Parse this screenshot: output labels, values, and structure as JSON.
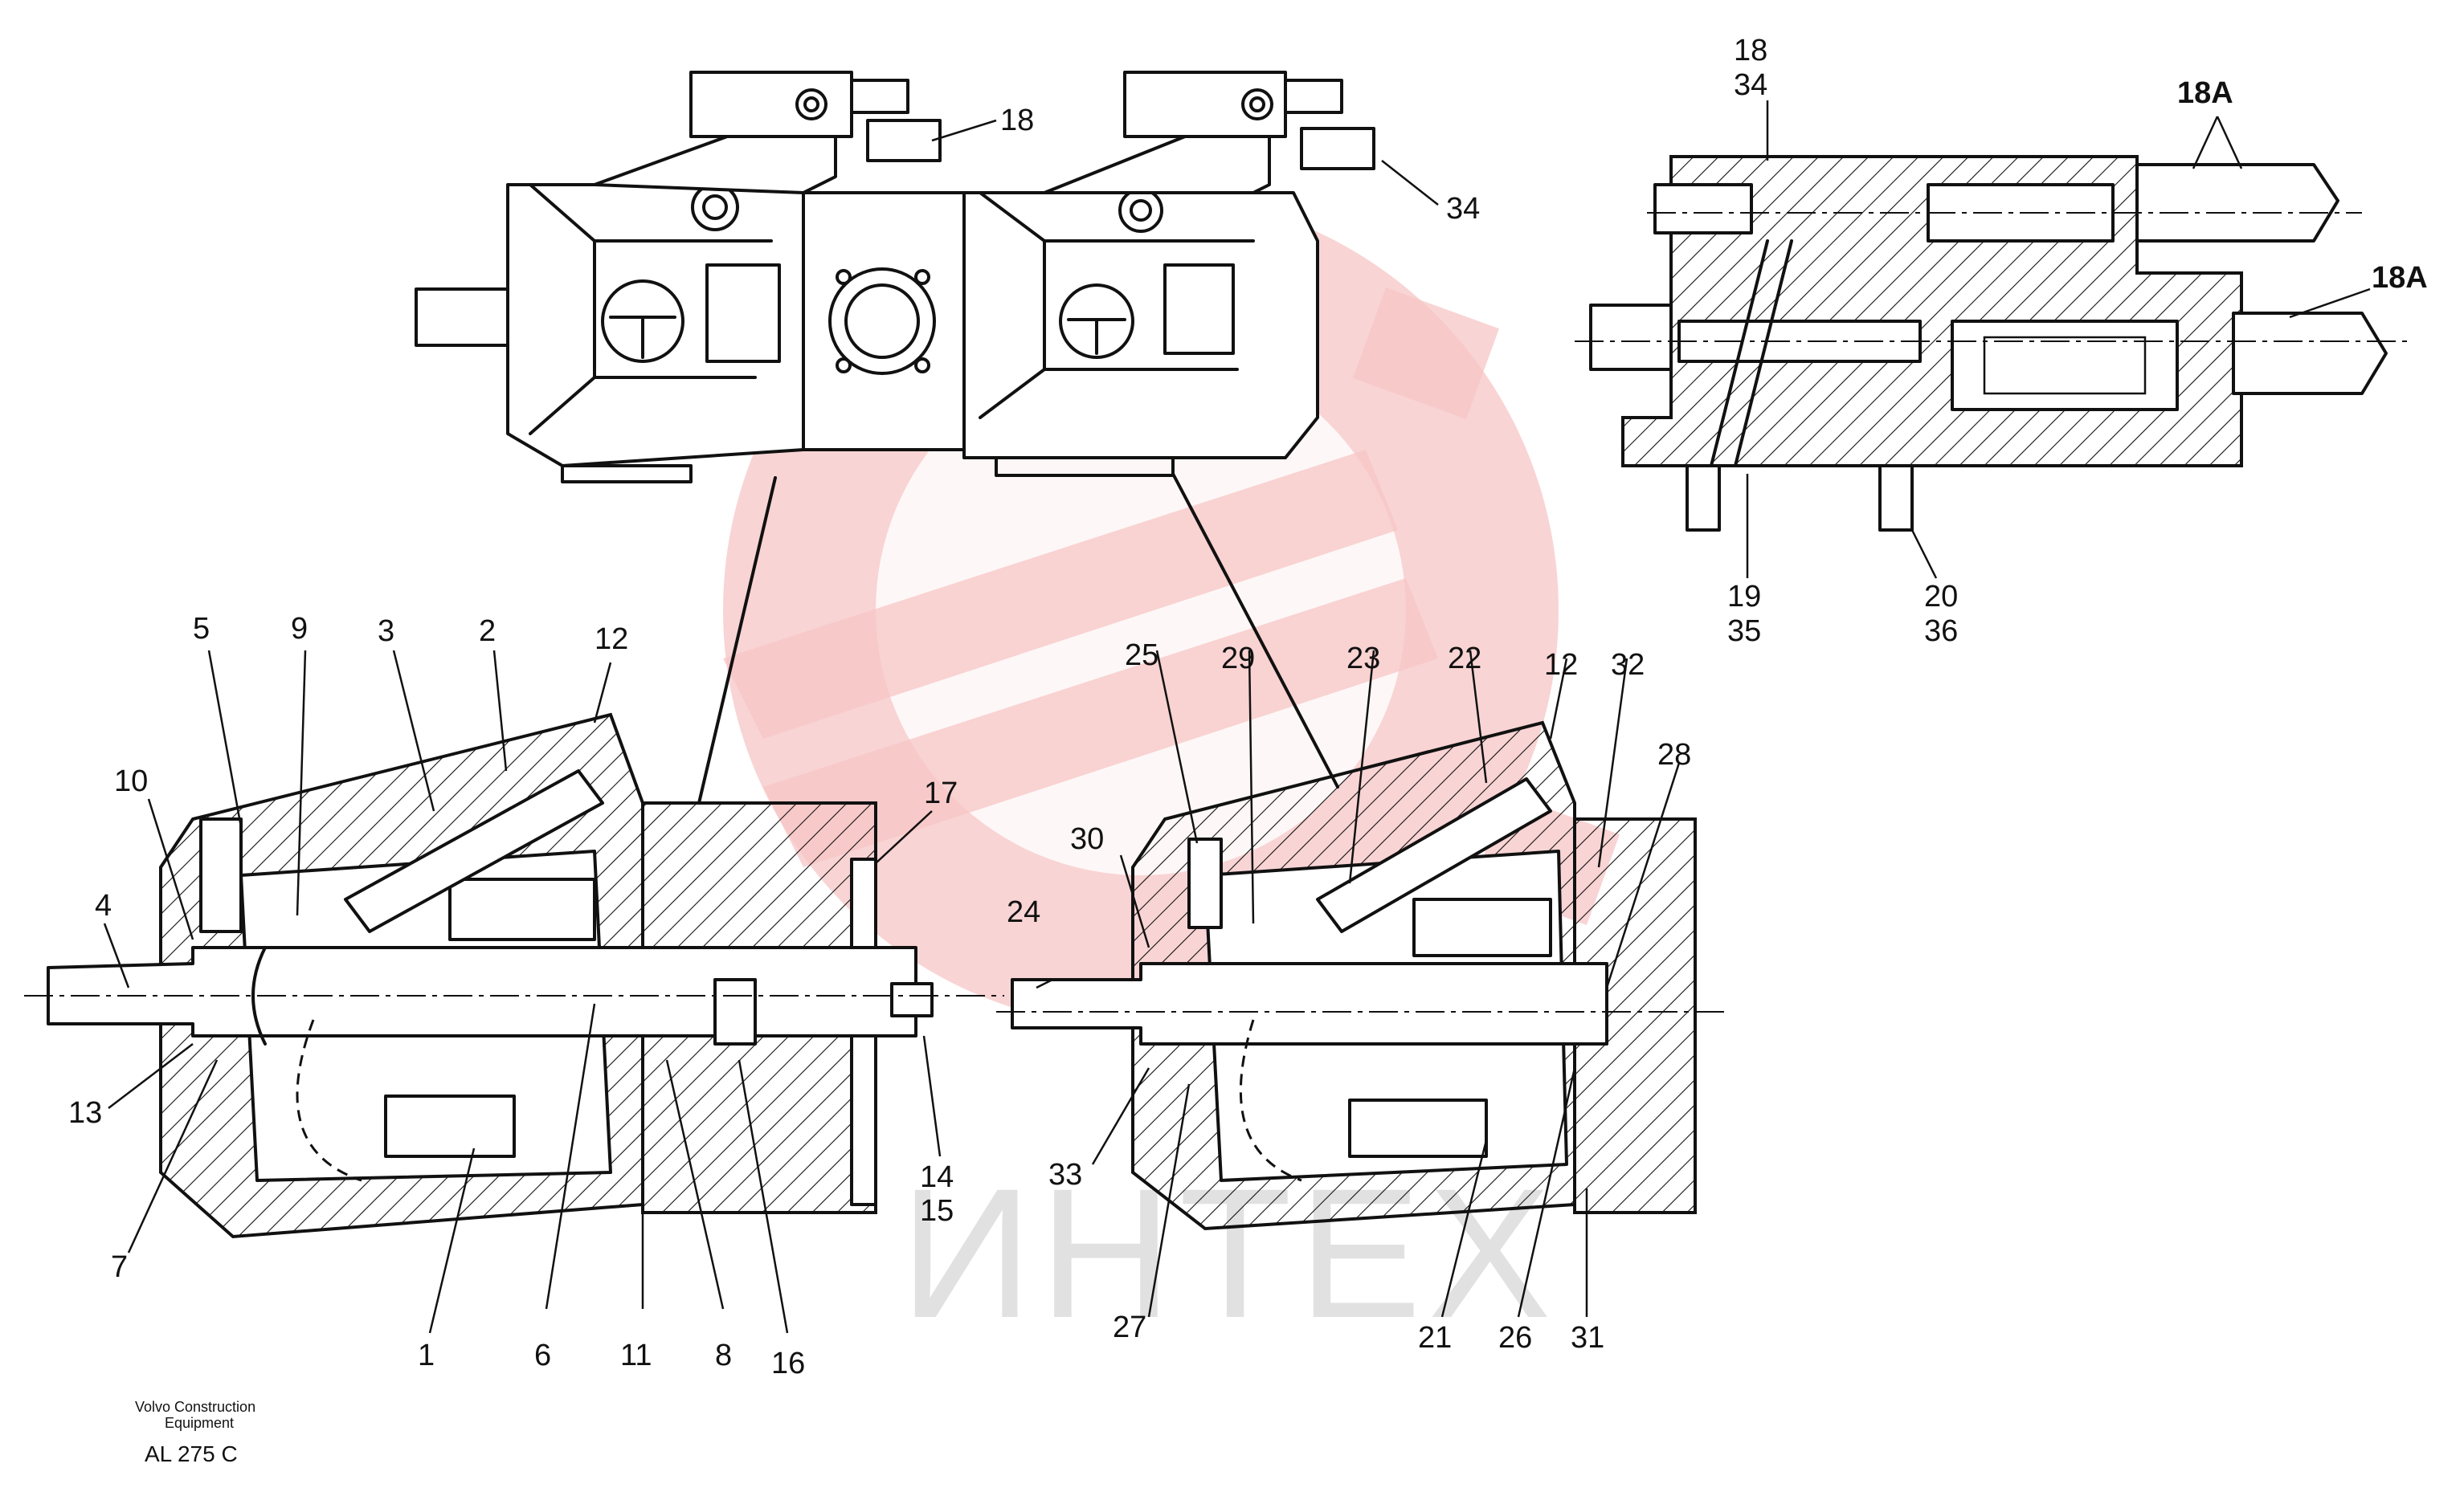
{
  "watermark": {
    "text": "ИНТЕХ",
    "color": "#f7c5c5"
  },
  "footer": {
    "company_line1": "Volvo Construction",
    "company_line2": "Equipment",
    "code": "AL 275 C"
  },
  "callouts": {
    "top": {
      "c18": "18",
      "c34": "34"
    },
    "valve": {
      "v18": "18",
      "v34": "34",
      "v18a_1": "18A",
      "v18a_2": "18A",
      "v19": "19",
      "v35": "35",
      "v20": "20",
      "v36": "36"
    },
    "left": {
      "l5": "5",
      "l9": "9",
      "l3": "3",
      "l2": "2",
      "l12": "12",
      "l10": "10",
      "l4": "4",
      "l17": "17",
      "l13": "13",
      "l7": "7",
      "l14": "14",
      "l15": "15",
      "l1": "1",
      "l6": "6",
      "l11": "11",
      "l8": "8",
      "l16": "16"
    },
    "right": {
      "r25": "25",
      "r29": "29",
      "r23": "23",
      "r22": "22",
      "r12": "12",
      "r32": "32",
      "r28": "28",
      "r30": "30",
      "r24": "24",
      "r33": "33",
      "r27": "27",
      "r21": "21",
      "r26": "26",
      "r31": "31"
    }
  }
}
